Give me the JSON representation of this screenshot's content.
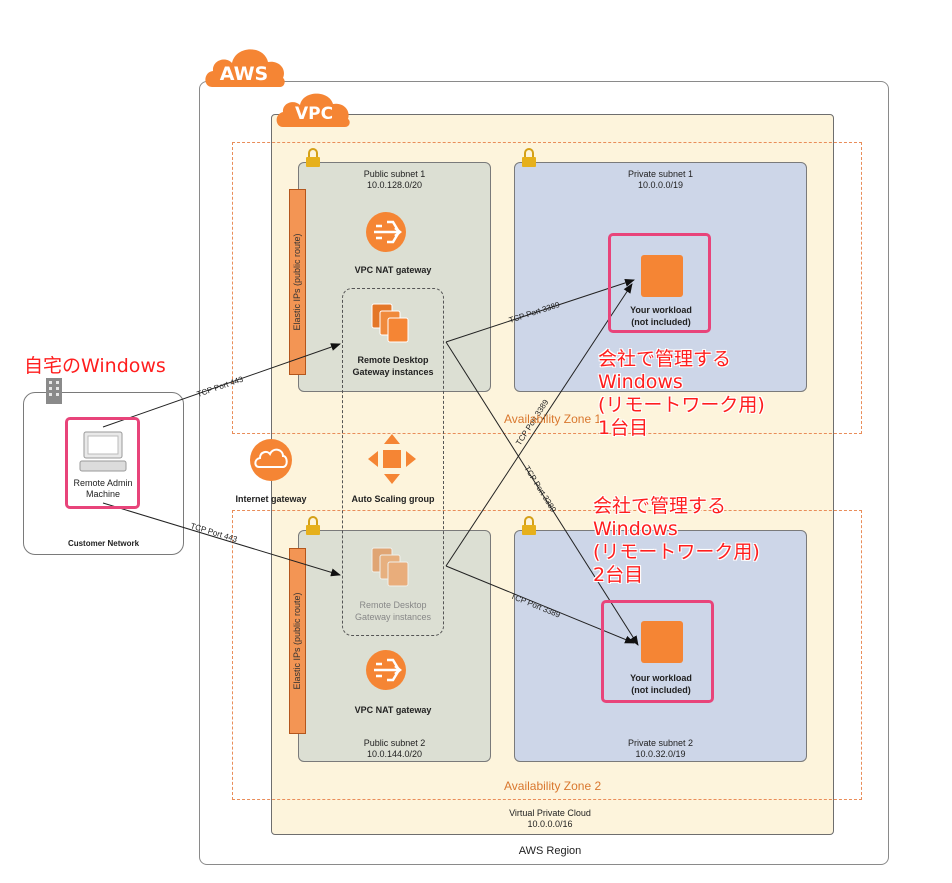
{
  "aws_tag": "AWS",
  "vpc_tag": "VPC",
  "region_label": "AWS Region",
  "vpc": {
    "name": "Virtual Private Cloud",
    "cidr": "10.0.0.0/16"
  },
  "az1_label": "Availability Zone 1",
  "az2_label": "Availability Zone 2",
  "public_subnet_1": {
    "name": "Public subnet 1",
    "cidr": "10.0.128.0/20"
  },
  "public_subnet_2": {
    "name": "Public subnet 2",
    "cidr": "10.0.144.0/20"
  },
  "private_subnet_1": {
    "name": "Private subnet 1",
    "cidr": "10.0.0.0/19"
  },
  "private_subnet_2": {
    "name": "Private subnet 2",
    "cidr": "10.0.32.0/19"
  },
  "elastic_ips_label": "Elastic IPs (public route)",
  "nat_gateway_label": "VPC NAT gateway",
  "rdg_label_line1": "Remote Desktop",
  "rdg_label_line2": "Gateway instances",
  "asg_label": "Auto Scaling group",
  "igw_label": "Internet gateway",
  "workload_line1": "Your workload",
  "workload_line2": "(not included)",
  "customer_network_label": "Customer Network",
  "remote_admin_line1": "Remote Admin",
  "remote_admin_line2": "Machine",
  "port_443": "TCP Port 443",
  "port_3389": "TCP Port 3389",
  "annotations": {
    "home_windows": "自宅のWindows",
    "company_1": [
      "会社で管理する",
      "Windows",
      "(リモートワーク用)",
      "1台目"
    ],
    "company_2": [
      "会社で管理する",
      "Windows",
      "(リモートワーク用)",
      "2台目"
    ]
  },
  "colors": {
    "aws_orange": "#f58534",
    "highlight_pink": "#e8447a",
    "annotation_red": "#ff1e1e",
    "vpc_fill": "#fdf4dc",
    "public_subnet_fill": "#dcdfd3",
    "private_subnet_fill": "#cdd6e8",
    "az_border": "#e98d59"
  }
}
